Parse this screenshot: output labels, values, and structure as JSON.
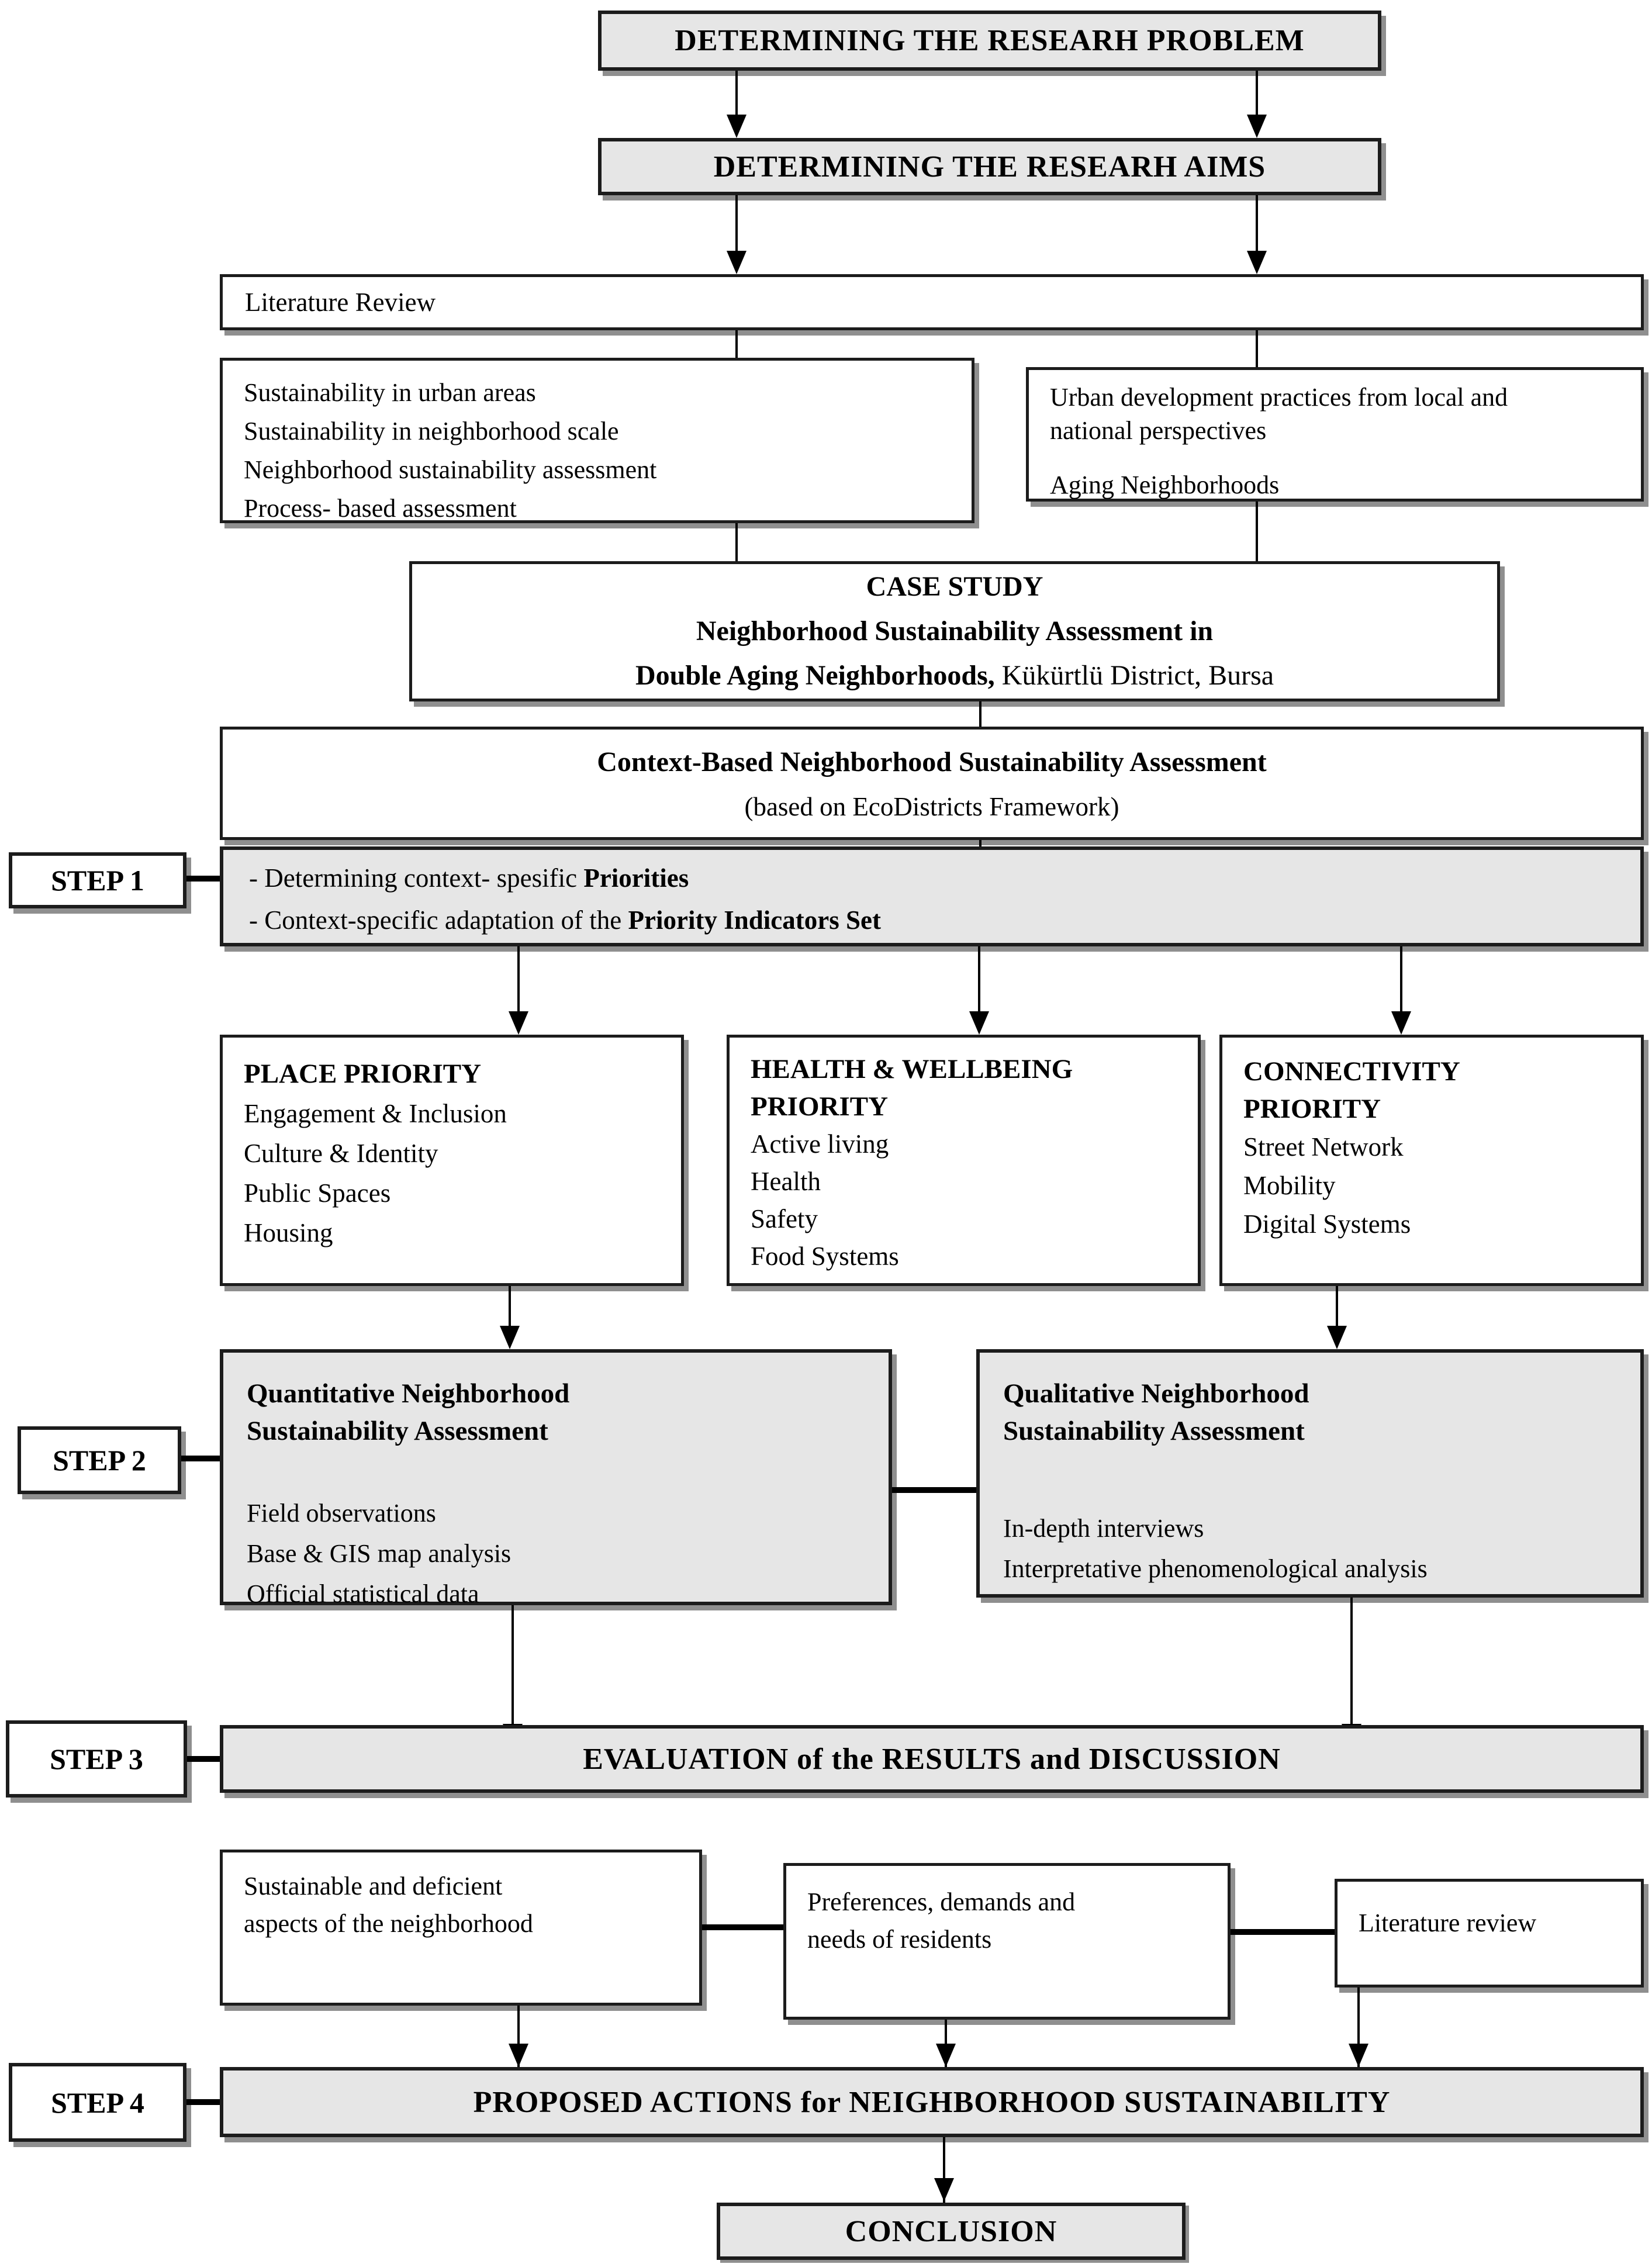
{
  "flowchart": {
    "box_research_problem": {
      "label": "DETERMINING THE RESEARH PROBLEM"
    },
    "box_research_aims": {
      "label": "DETERMINING THE RESEARH AIMS"
    },
    "box_literature_review": {
      "label": "Literature Review"
    },
    "box_lit_topics_left": {
      "line1": "Sustainability in urban areas",
      "line2": "Sustainability in neighborhood scale",
      "line3": "Neighborhood sustainability assessment",
      "line4": "Process- based assessment"
    },
    "box_lit_topics_right": {
      "line1": "Urban development practices from local and",
      "line2": "national perspectives",
      "line3": "Aging Neighborhoods"
    },
    "box_case_study": {
      "line1": "CASE STUDY",
      "line2": "Neighborhood Sustainability Assessment in",
      "line3_bold": "Double Aging Neighborhoods,",
      "line3_regular": " Kükürtlü District, Bursa"
    },
    "box_context_based": {
      "line1": "Context-Based Neighborhood Sustainability Assessment",
      "line2": "(based on EcoDistricts Framework)"
    },
    "step1": {
      "label": "STEP 1",
      "line1_prefix": "- Determining context- spesific ",
      "line1_bold": "Priorities",
      "line2_prefix": "- Context-specific adaptation of the ",
      "line2_bold": "Priority Indicators Set"
    },
    "box_place_priority": {
      "title": "PLACE PRIORITY",
      "item1": "Engagement & Inclusion",
      "item2": "Culture & Identity",
      "item3": "Public Spaces",
      "item4": "Housing"
    },
    "box_health_priority": {
      "title_line1": "HEALTH & WELLBEING",
      "title_line2": "PRIORITY",
      "item1": "Active living",
      "item2": "Health",
      "item3": "Safety",
      "item4": "Food Systems"
    },
    "box_connectivity_priority": {
      "title_line1": "CONNECTIVITY",
      "title_line2": "PRIORITY",
      "item1": "Street Network",
      "item2": "Mobility",
      "item3": "Digital Systems"
    },
    "step2": {
      "label": "STEP 2"
    },
    "box_quantitative": {
      "title_line1": "Quantitative Neighborhood",
      "title_line2": "Sustainability Assessment",
      "item1": "Field observations",
      "item2": "Base & GIS map analysis",
      "item3": "Official statistical data"
    },
    "box_qualitative": {
      "title_line1": "Qualitative Neighborhood",
      "title_line2": "Sustainability Assessment",
      "item1": "In-depth interviews",
      "item2": "Interpretative phenomenological analysis"
    },
    "step3": {
      "label": "STEP 3"
    },
    "box_evaluation": {
      "label": "EVALUATION of the RESULTS and DISCUSSION"
    },
    "box_sustainable_aspects": {
      "line1": "Sustainable and deficient",
      "line2": "aspects of the neighborhood"
    },
    "box_preferences": {
      "line1": "Preferences, demands and",
      "line2": "needs of residents"
    },
    "box_literature_review_small": {
      "label": "Literature review"
    },
    "step4": {
      "label": "STEP 4"
    },
    "box_proposed_actions": {
      "label": "PROPOSED ACTIONS for NEIGHBORHOOD SUSTAINABILITY"
    },
    "box_conclusion": {
      "label": "CONCLUSION"
    }
  },
  "colors": {
    "box_fill_gray": "#e6e6e6",
    "box_fill_white": "#ffffff",
    "border": "#1c1c1c",
    "shadow": "#8f8f8f",
    "arrow": "#000000"
  }
}
